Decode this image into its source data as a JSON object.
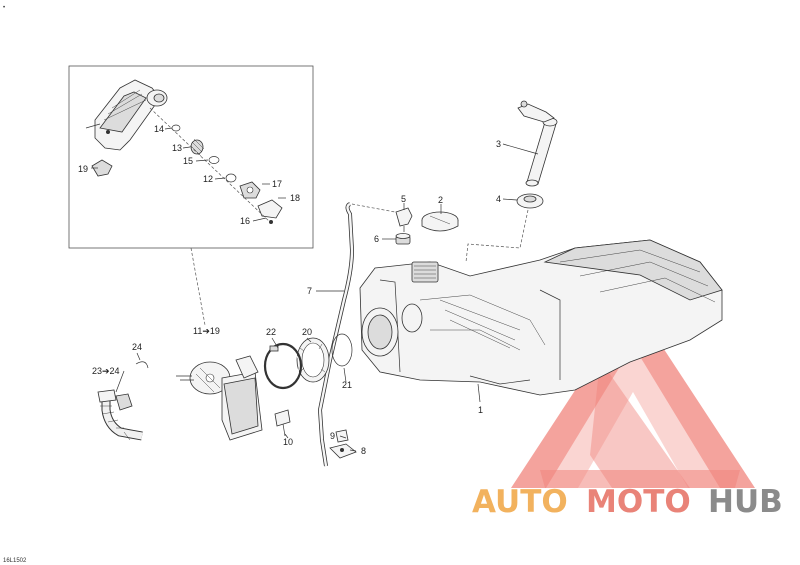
{
  "diagram": {
    "corner_mark": "•",
    "reference_code": "16L1502",
    "watermark": {
      "part_auto": "AUTO",
      "part_moto": "MOTO",
      "part_hub": "HUB",
      "colors": {
        "auto": "#f2b25e",
        "moto": "#e98378",
        "hub": "#8b8b8b",
        "triangle": "#ee6f66"
      }
    },
    "callouts": {
      "c1": "1",
      "c2": "2",
      "c3": "3",
      "c4": "4",
      "c5": "5",
      "c6": "6",
      "c7": "7",
      "c8": "8",
      "c9": "9",
      "c10": "10",
      "c11_19": "11➔19",
      "c12": "12",
      "c13": "13",
      "c14": "14",
      "c15": "15",
      "c16": "16",
      "c17": "17",
      "c18": "18",
      "c19": "19",
      "c20": "20",
      "c21": "21",
      "c22": "22",
      "c23_24": "23➔24",
      "c24": "24"
    }
  }
}
